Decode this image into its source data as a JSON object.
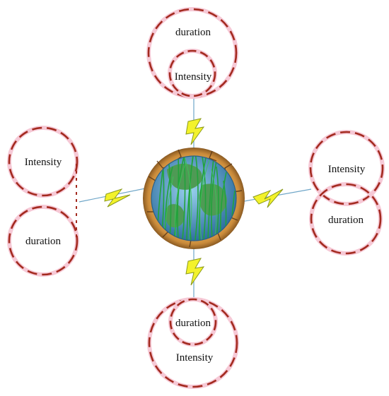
{
  "colors": {
    "circle_stroke": "#a32a1f",
    "circle_glow": "#f6c9d6",
    "bolt_fill": "#f3f22a",
    "bolt_stroke": "#8a9a1c",
    "link_line": "#6fa6c8",
    "globe_ring": "#c98a3a",
    "globe_ocean": "#3d86b8",
    "grass": "#21a33b"
  },
  "icons": {
    "center": "earth-grass-globe-icon",
    "connector": "lightning-bolt-icon"
  },
  "clusters": {
    "top": {
      "outer_label": "duration",
      "inner_label": "Intensity"
    },
    "left": {
      "upper_label": "Intensity",
      "lower_label": "duration"
    },
    "right": {
      "upper_label": "Intensity",
      "lower_label": "duration"
    },
    "bottom": {
      "inner_label": "duration",
      "outer_label": "Intensity"
    }
  }
}
